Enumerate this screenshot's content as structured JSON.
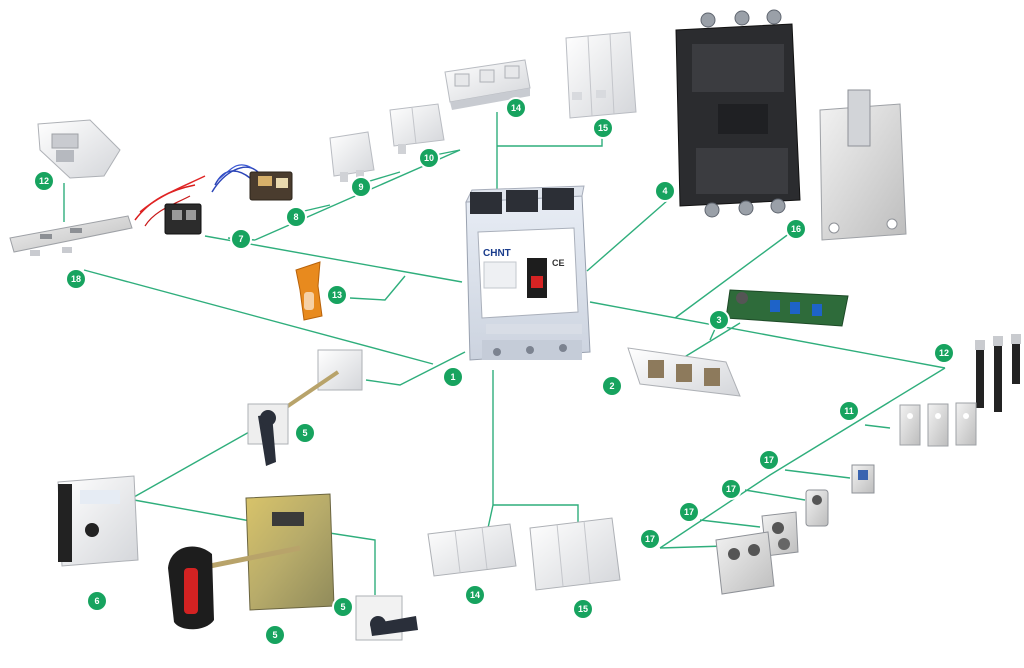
{
  "theme": {
    "line_color": "#2fae7c",
    "badge_color": "#17a35f"
  },
  "breaker": {
    "brand": "CHNT",
    "mark": "CE",
    "name": "main-breaker"
  },
  "callouts": [
    {
      "id": "c1",
      "label": "1",
      "name": "main-breaker"
    },
    {
      "id": "c2",
      "label": "2",
      "name": "terminal-block-accessory"
    },
    {
      "id": "c3",
      "label": "3",
      "name": "electronic-trip-unit"
    },
    {
      "id": "c4",
      "label": "4",
      "name": "plug-in-base"
    },
    {
      "id": "c5a",
      "label": "5",
      "name": "rotary-handle-small"
    },
    {
      "id": "c5b",
      "label": "5",
      "name": "rotary-handle-door"
    },
    {
      "id": "c5c",
      "label": "5",
      "name": "rotary-handle-large"
    },
    {
      "id": "c6",
      "label": "6",
      "name": "electric-operator"
    },
    {
      "id": "c7",
      "label": "7",
      "name": "shunt-release"
    },
    {
      "id": "c8",
      "label": "8",
      "name": "undervoltage-release"
    },
    {
      "id": "c9",
      "label": "9",
      "name": "auxiliary-contact"
    },
    {
      "id": "c10",
      "label": "10",
      "name": "alarm-contact"
    },
    {
      "id": "c11",
      "label": "11",
      "name": "connection-plates"
    },
    {
      "id": "c12a",
      "label": "12",
      "name": "mechanical-interlock"
    },
    {
      "id": "c12b",
      "label": "12",
      "name": "extension-bars"
    },
    {
      "id": "c13",
      "label": "13",
      "name": "padlock-device"
    },
    {
      "id": "c14a",
      "label": "14",
      "name": "terminal-cover-short-top"
    },
    {
      "id": "c14b",
      "label": "14",
      "name": "terminal-cover-short-bottom"
    },
    {
      "id": "c15a",
      "label": "15",
      "name": "terminal-cover-long-top"
    },
    {
      "id": "c15b",
      "label": "15",
      "name": "terminal-cover-long-bottom"
    },
    {
      "id": "c16",
      "label": "16",
      "name": "din-rail-adapter"
    },
    {
      "id": "c17a",
      "label": "17",
      "name": "cable-lug-small"
    },
    {
      "id": "c17b",
      "label": "17",
      "name": "cable-lug-medium"
    },
    {
      "id": "c17c",
      "label": "17",
      "name": "cable-lug-large"
    },
    {
      "id": "c17d",
      "label": "17",
      "name": "cable-lug-double"
    },
    {
      "id": "c18",
      "label": "18",
      "name": "mounting-rail"
    }
  ]
}
